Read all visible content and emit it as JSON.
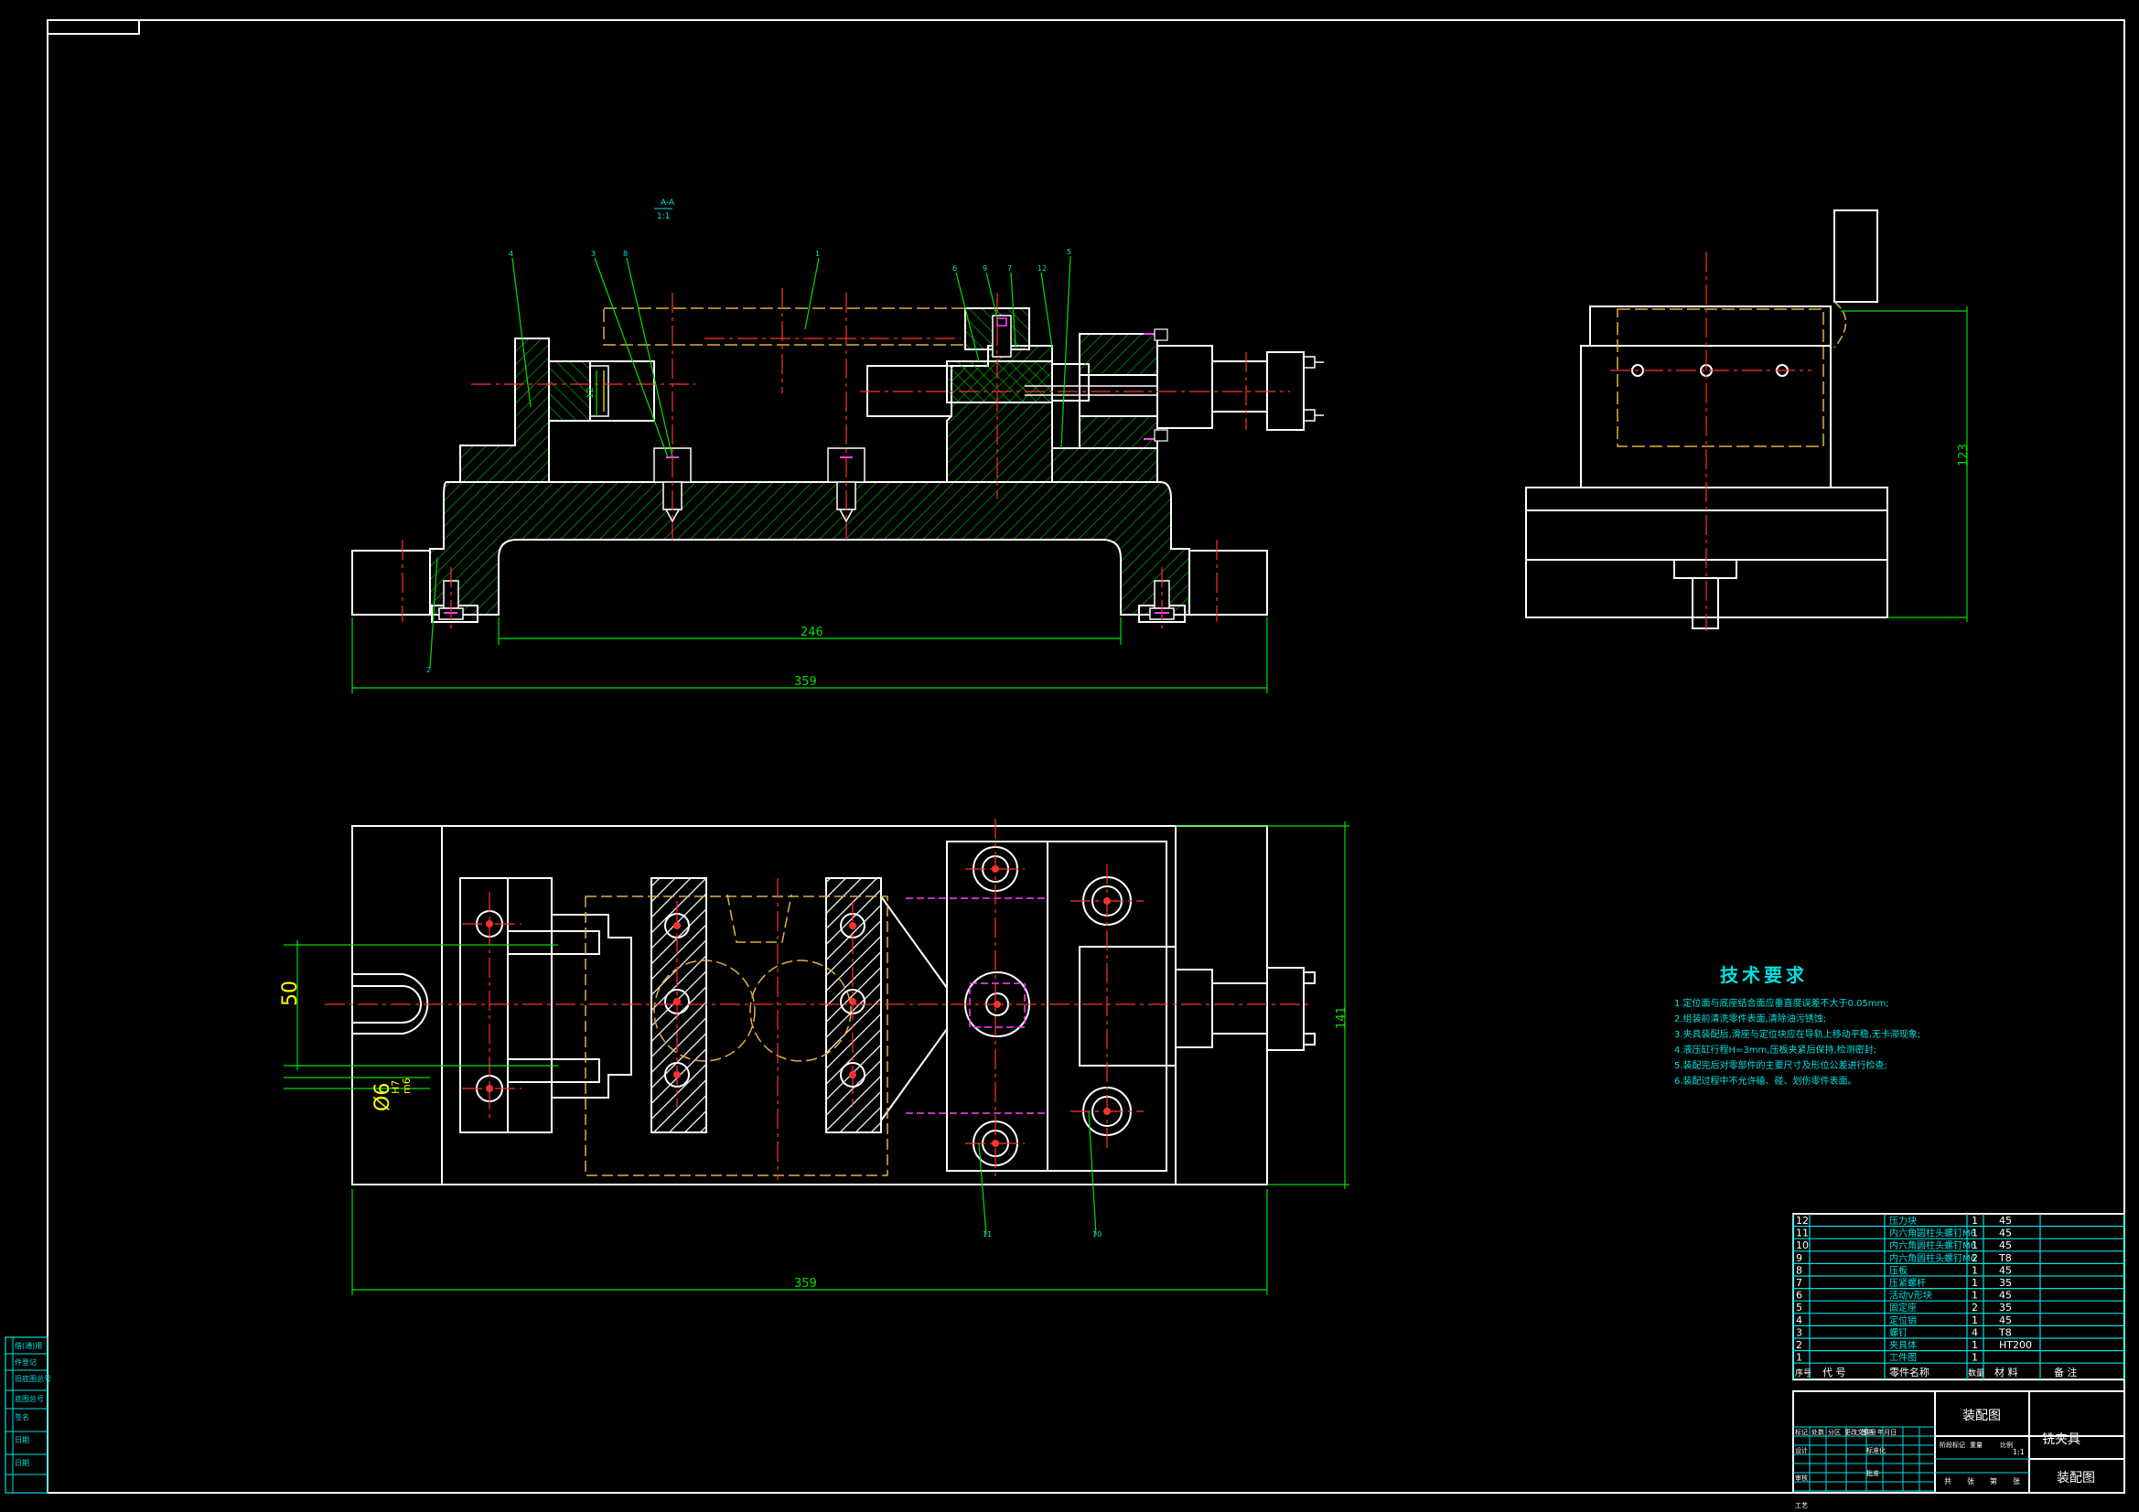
{
  "section_views": {
    "section_label": "A-A",
    "section_scale": "1:1",
    "front_leaders": [
      "4",
      "3",
      "8",
      "1",
      "6",
      "9",
      "7",
      "12",
      "5",
      "2"
    ],
    "top_leaders": [
      "11",
      "10"
    ]
  },
  "dimensions": {
    "front_inner_width": "246",
    "front_overall_width": "359",
    "side_height": "123",
    "top_overall_width": "359",
    "top_height": "141",
    "slot_spacing": "50",
    "pin_fit": "Ø6",
    "pin_fit_upper": "H7",
    "pin_fit_lower": "m6",
    "front_small": "12"
  },
  "tech_requirements": {
    "title": "技术要求",
    "items": [
      "1.定位面与底座结合面应垂直度误差不大于0.05mm;",
      "2.组装前清洗零件表面,清除油污锈蚀;",
      "3.夹具装配后,滑座与定位块应在导轨上移动平稳,无卡滞现象;",
      "4.液压缸行程H=3mm,压板夹紧后保持,检测密封;",
      "5.装配完后对零部件的主要尺寸及形位公差进行检查;",
      "6.装配过程中不允许磕、碰、划伤零件表面。"
    ]
  },
  "bom": {
    "rows": [
      {
        "no": "12",
        "name": "压力块",
        "qty": "1",
        "material": "45"
      },
      {
        "no": "11",
        "name": "内六角圆柱头螺钉M6",
        "qty": "1",
        "material": "45"
      },
      {
        "no": "10",
        "name": "内六角圆柱头螺钉M6",
        "qty": "1",
        "material": "45"
      },
      {
        "no": "9",
        "name": "内六角圆柱头螺钉M6",
        "qty": "2",
        "material": "T8"
      },
      {
        "no": "8",
        "name": "压板",
        "qty": "1",
        "material": "45"
      },
      {
        "no": "7",
        "name": "压紧螺杆",
        "qty": "1",
        "material": "35"
      },
      {
        "no": "6",
        "name": "活动V形块",
        "qty": "1",
        "material": "45"
      },
      {
        "no": "5",
        "name": "固定座",
        "qty": "2",
        "material": "35"
      },
      {
        "no": "4",
        "name": "定位销",
        "qty": "1",
        "material": "45"
      },
      {
        "no": "3",
        "name": "螺钉",
        "qty": "4",
        "material": "T8"
      },
      {
        "no": "2",
        "name": "夹具体",
        "qty": "1",
        "material": "HT200"
      },
      {
        "no": "1",
        "name": "工件图",
        "qty": "1",
        "material": ""
      }
    ],
    "header": {
      "no": "序号",
      "code": "代  号",
      "name": "零件名称",
      "qty": "数量",
      "material": "材  料",
      "remark": "备  注"
    }
  },
  "title_block": {
    "drawing_name": "装配图",
    "part_name": "铣夹具",
    "drawing_type": "装配图",
    "scale": "1:1",
    "row_labels": [
      "标记",
      "处数",
      "分区",
      "更改文件号",
      "签名",
      "年月日"
    ],
    "left_labels": [
      "设计",
      "审核",
      "工艺"
    ],
    "mid_labels": [
      "标准化",
      "批准"
    ],
    "stage_labels": [
      "阶段标记",
      "重量",
      "比例"
    ],
    "sheet_labels": [
      "共",
      "张",
      "第",
      "张"
    ]
  },
  "side_stamp": {
    "labels": [
      "借(通)用",
      "件登记",
      "旧底图总号",
      "底图总号",
      "签名",
      "日期",
      "日期"
    ]
  },
  "colors": {
    "outline": "#ffffff",
    "hatch": "#00c000",
    "centerline": "#ff3030",
    "dimension": "#00e000",
    "hidden": "#e0b040",
    "label": "#00e0e0",
    "screw": "#ff40ff",
    "fit_text": "#ffff00"
  }
}
